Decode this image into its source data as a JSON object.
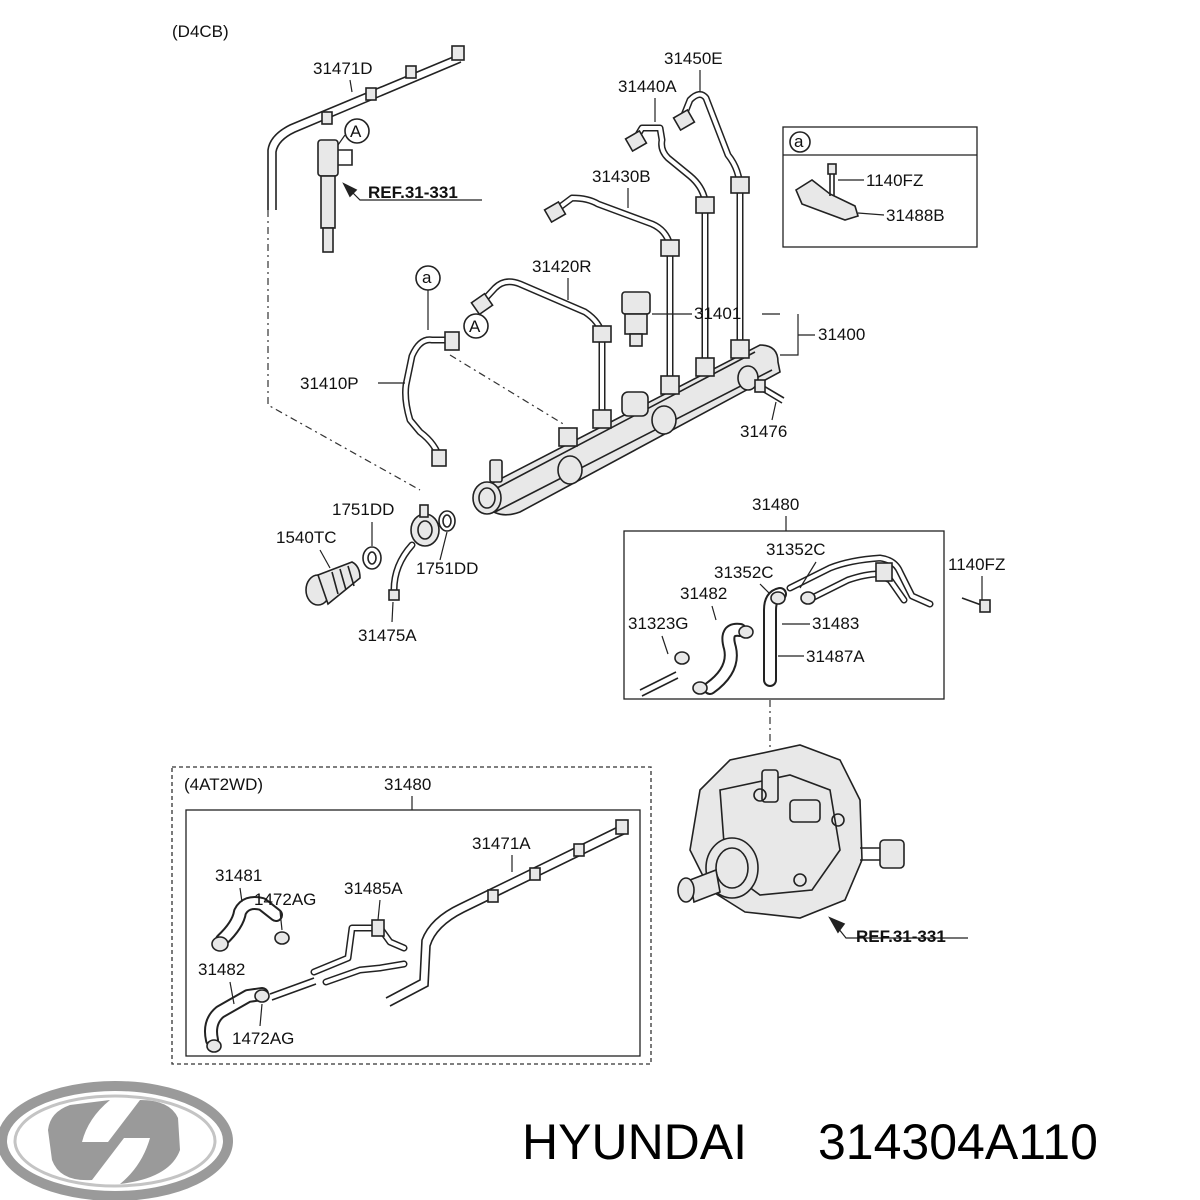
{
  "title_variant": "(D4CB)",
  "references": [
    "REF.31-331",
    "REF.31-331"
  ],
  "callouts": {
    "a": "a",
    "A": "A"
  },
  "labels": {
    "p31471D": "31471D",
    "p31450E": "31450E",
    "p31440A": "31440A",
    "p31430B": "31430B",
    "p31420R": "31420R",
    "p31401": "31401",
    "p31400": "31400",
    "p31410P": "31410P",
    "p31476": "31476",
    "p1751DD_top": "1751DD",
    "p1751DD_bot": "1751DD",
    "p1540TC": "1540TC",
    "p31475A": "31475A",
    "p1140FZ_a": "1140FZ",
    "p31488B": "31488B",
    "p31480_top": "31480",
    "p31352C_1": "31352C",
    "p31352C_2": "31352C",
    "p1140FZ_b": "1140FZ",
    "p31482_top": "31482",
    "p31323G": "31323G",
    "p31483": "31483",
    "p31487A": "31487A",
    "variant_4at2wd": "(4AT2WD)",
    "p31480_bot": "31480",
    "p31471A": "31471A",
    "p31481": "31481",
    "p1472AG_1": "1472AG",
    "p31485A": "31485A",
    "p31482_bot": "31482",
    "p1472AG_2": "1472AG"
  },
  "brand": {
    "name": "HYUNDAI",
    "part_number": "314304A110",
    "logo_color": "#9a9a9a"
  }
}
